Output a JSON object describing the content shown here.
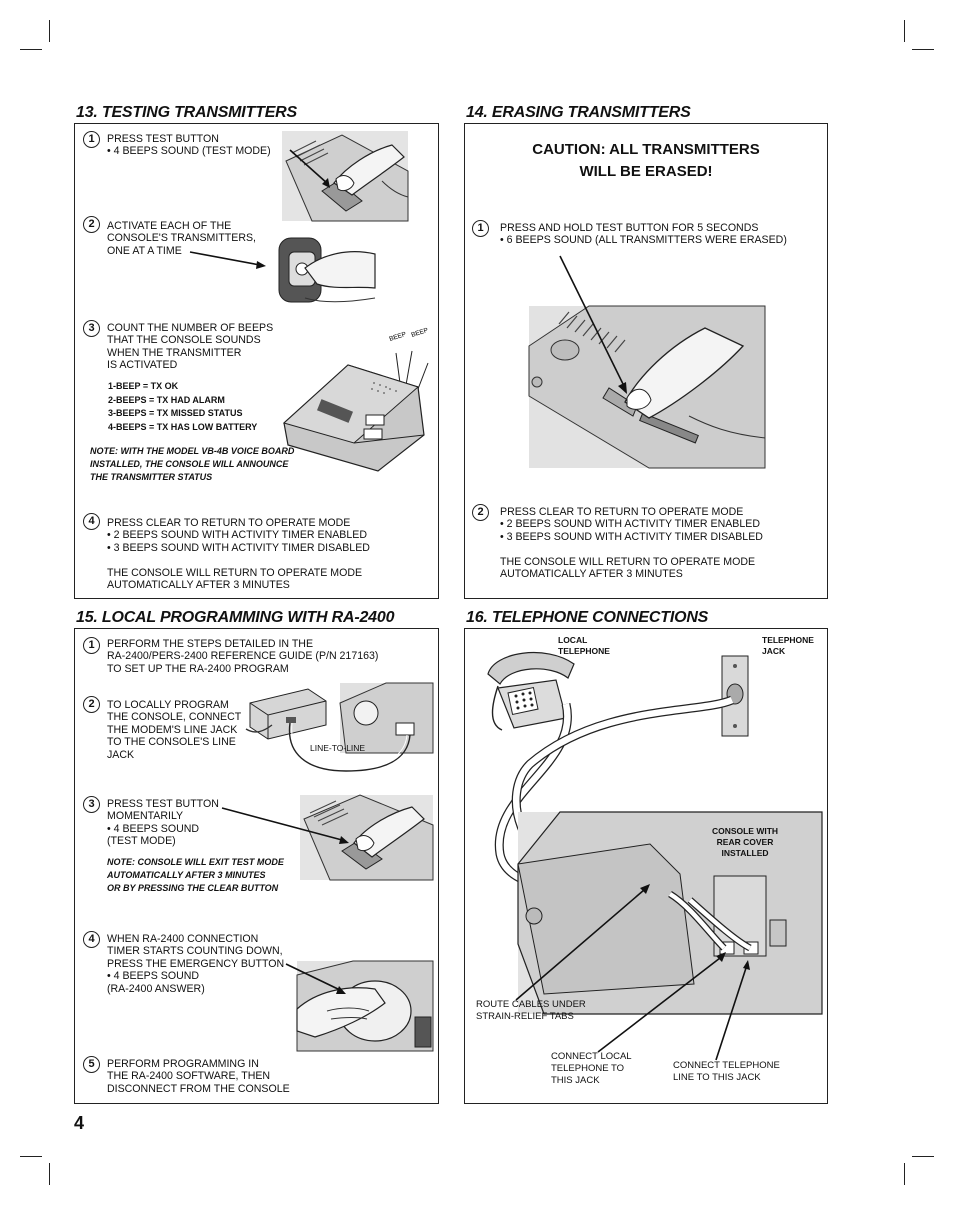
{
  "page_number": "4",
  "sections": {
    "s13": {
      "title": "13. TESTING TRANSMITTERS",
      "steps": [
        {
          "num": "1",
          "text": "PRESS TEST BUTTON\n• 4 BEEPS SOUND (TEST MODE)"
        },
        {
          "num": "2",
          "text": "ACTIVATE EACH OF THE\nCONSOLE'S TRANSMITTERS,\nONE AT A TIME"
        },
        {
          "num": "3",
          "text": "COUNT THE NUMBER OF BEEPS\nTHAT THE CONSOLE SOUNDS\nWHEN THE TRANSMITTER\nIS ACTIVATED"
        },
        {
          "num": "4",
          "text": "PRESS CLEAR TO RETURN TO OPERATE MODE\n• 2 BEEPS SOUND WITH ACTIVITY TIMER ENABLED\n• 3 BEEPS SOUND WITH ACTIVITY TIMER DISABLED\n\nTHE CONSOLE WILL RETURN TO OPERATE MODE\nAUTOMATICALLY AFTER 3 MINUTES"
        }
      ],
      "beep_codes": "1-BEEP   = TX OK\n2-BEEPS = TX HAD ALARM\n3-BEEPS = TX MISSED STATUS\n4-BEEPS = TX HAS LOW BATTERY",
      "note": "NOTE: WITH THE MODEL VB-4B VOICE BOARD\nINSTALLED, THE CONSOLE WILL ANNOUNCE\nTHE TRANSMITTER STATUS",
      "beep_label": "BEEP"
    },
    "s14": {
      "title": "14. ERASING TRANSMITTERS",
      "caution": "CAUTION: ALL TRANSMITTERS\nWILL BE ERASED!",
      "steps": [
        {
          "num": "1",
          "text": "PRESS AND HOLD TEST BUTTON FOR 5 SECONDS\n• 6 BEEPS SOUND (ALL TRANSMITTERS WERE ERASED)"
        },
        {
          "num": "2",
          "text": "PRESS CLEAR TO RETURN TO OPERATE MODE\n• 2 BEEPS SOUND WITH ACTIVITY TIMER ENABLED\n• 3 BEEPS SOUND WITH ACTIVITY TIMER DISABLED\n\nTHE CONSOLE WILL RETURN TO OPERATE MODE\nAUTOMATICALLY AFTER 3 MINUTES"
        }
      ]
    },
    "s15": {
      "title": "15. LOCAL PROGRAMMING WITH RA-2400",
      "steps": [
        {
          "num": "1",
          "text": "PERFORM THE STEPS DETAILED IN THE\nRA-2400/PERS-2400 REFERENCE GUIDE (P/N 217163)\nTO SET UP THE RA-2400 PROGRAM"
        },
        {
          "num": "2",
          "text": "TO LOCALLY PROGRAM\nTHE CONSOLE, CONNECT\nTHE MODEM'S LINE JACK\nTO THE CONSOLE'S LINE\nJACK"
        },
        {
          "num": "3",
          "text": "PRESS TEST BUTTON\nMOMENTARILY\n• 4 BEEPS SOUND\n  (TEST MODE)"
        },
        {
          "num": "4",
          "text": "WHEN RA-2400 CONNECTION\nTIMER STARTS COUNTING DOWN,\nPRESS THE EMERGENCY BUTTON\n• 4 BEEPS SOUND\n  (RA-2400 ANSWER)"
        },
        {
          "num": "5",
          "text": "PERFORM PROGRAMMING IN\nTHE RA-2400 SOFTWARE, THEN\nDISCONNECT FROM THE CONSOLE"
        }
      ],
      "cable_label": "LINE-TO-LINE",
      "note": "NOTE: CONSOLE WILL EXIT TEST MODE\nAUTOMATICALLY AFTER 3 MINUTES\nOR BY PRESSING THE CLEAR BUTTON"
    },
    "s16": {
      "title": "16. TELEPHONE CONNECTIONS",
      "local_telephone": "LOCAL\nTELEPHONE",
      "telephone_jack": "TELEPHONE\nJACK",
      "console_label": "CONSOLE WITH\nREAR COVER\nINSTALLED",
      "route_cables": "ROUTE CABLES UNDER\nSTRAIN-RELIEF TABS",
      "connect_local": "CONNECT LOCAL\nTELEPHONE TO\nTHIS JACK",
      "connect_line": "CONNECT TELEPHONE\nLINE TO THIS JACK"
    }
  }
}
